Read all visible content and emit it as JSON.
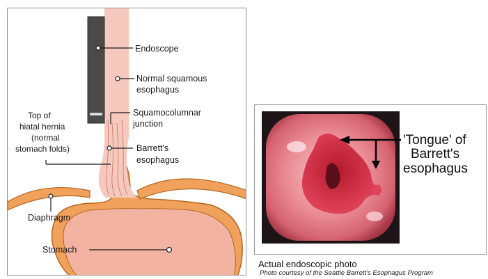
{
  "diagram": {
    "labels": {
      "endoscope": "Endoscope",
      "normal_squamous_1": "Normal squamous",
      "normal_squamous_2": "esophagus",
      "squamocolumnar_1": "Squamocolumnar",
      "squamocolumnar_2": "junction",
      "hernia_1": "Top of",
      "hernia_2": "hiatal hernia",
      "hernia_3": "(normal",
      "hernia_4": "stomach folds)",
      "barretts_1": "Barrett's",
      "barretts_2": "esophagus",
      "diaphragm": "Diaphragm",
      "stomach": "Stomach"
    },
    "colors": {
      "outline": "#b5651d",
      "wall": "#f0a15c",
      "lumen": "#f6c9bf",
      "stomach": "#f3b3a2",
      "scope": "#4a4a4a"
    }
  },
  "photo": {
    "annotation_1": "'Tongue' of",
    "annotation_2": "Barrett's",
    "annotation_3": "esophagus",
    "caption": "Actual endoscopic photo",
    "credit": "Photo courtesy of the Seattle Barrett's Esophagus Program"
  }
}
